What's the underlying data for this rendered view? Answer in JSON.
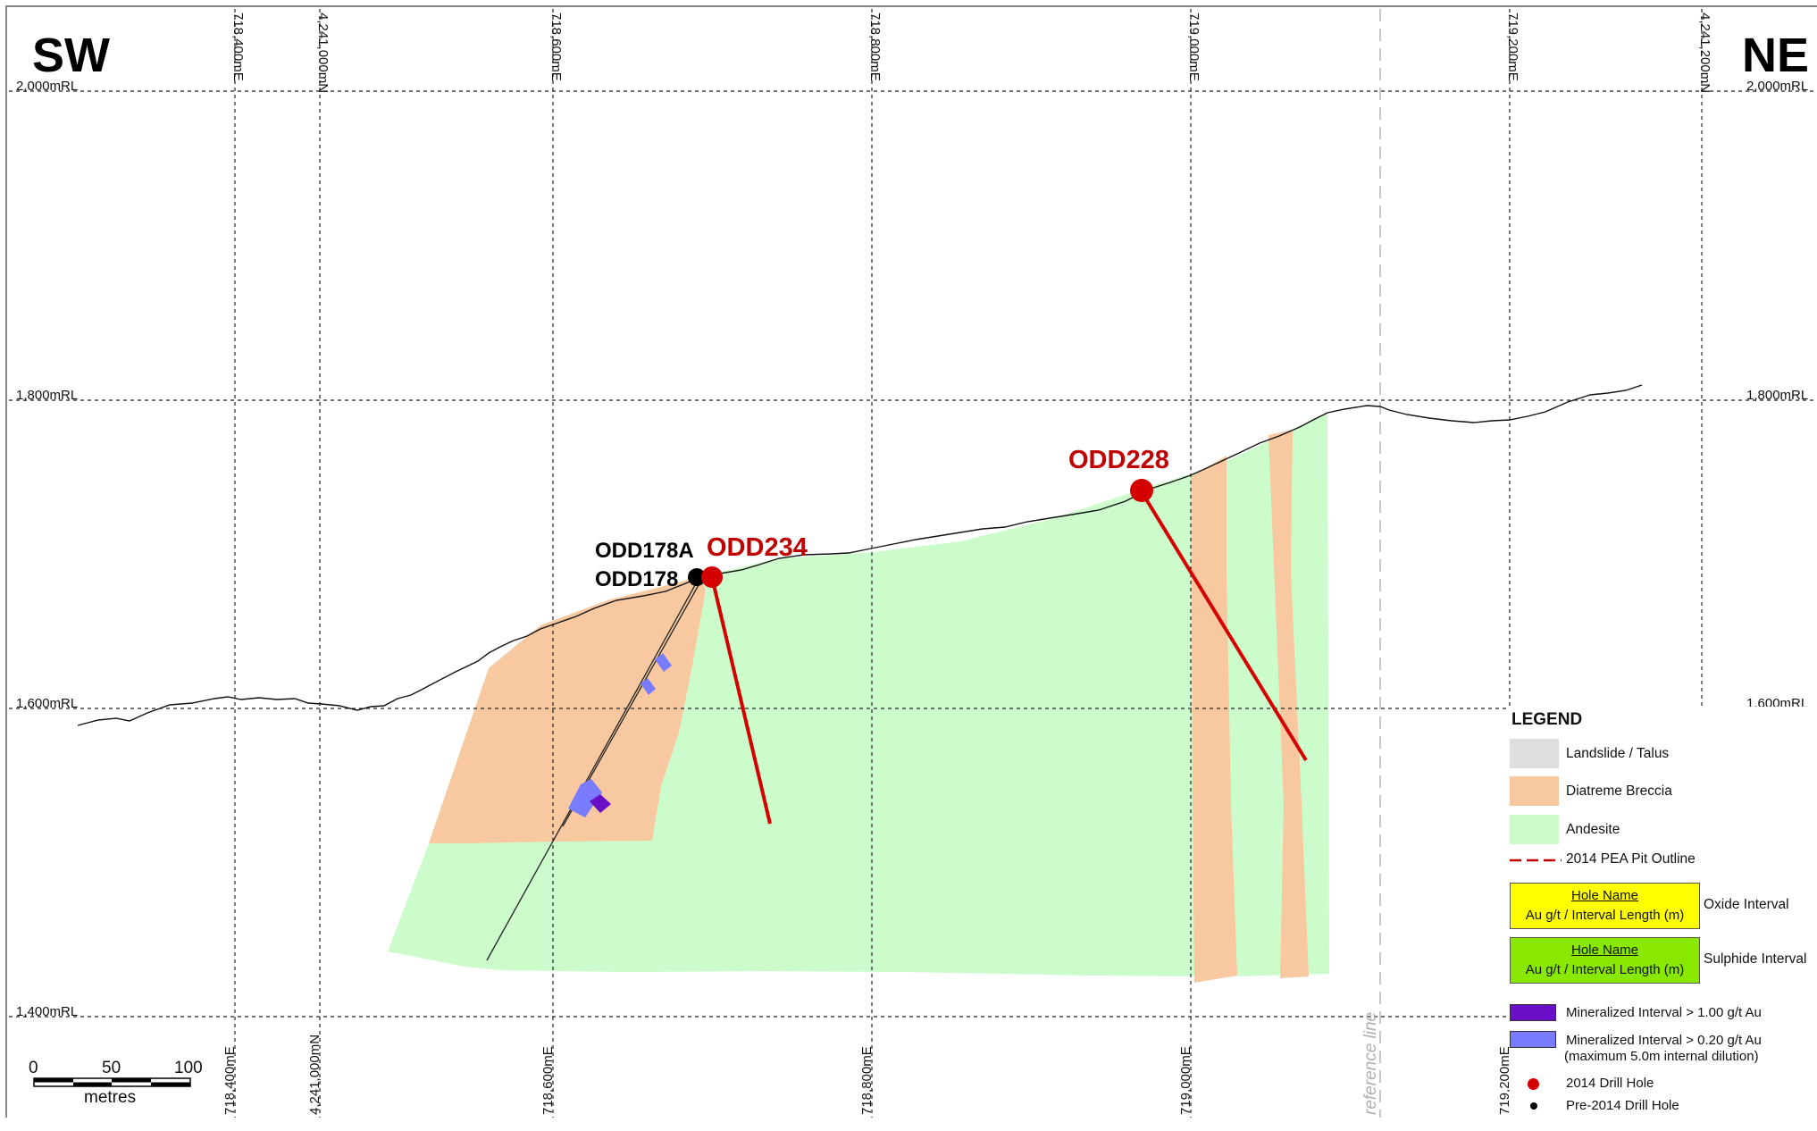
{
  "section": {
    "direction_left": "SW",
    "direction_right": "NE",
    "elevations": [
      "2,000mRL",
      "1,800mRL",
      "1,600mRL",
      "1,400mRL"
    ],
    "eastings": [
      "718,400mE",
      "718,600mE",
      "718,800mE",
      "719,000mE",
      "719,200mE"
    ],
    "northings": [
      "4,241,000mN",
      "4,241,200mN"
    ],
    "reference_line_label": "reference line",
    "scale_bar": {
      "ticks": [
        "0",
        "50",
        "100"
      ],
      "unit": "metres"
    },
    "drill_holes": {
      "odd178a": "ODD178A",
      "odd178": "ODD178",
      "odd234": "ODD234",
      "odd228": "ODD228"
    }
  },
  "legend": {
    "title": "LEGEND",
    "landslide": "Landslide / Talus",
    "breccia": "Diatreme Breccia",
    "andesite": "Andesite",
    "pit_outline": "2014 PEA Pit Outline",
    "hole_name": "Hole Name",
    "hole_values": "Au g/t / Interval Length (m)",
    "oxide": "Oxide Interval",
    "sulphide": "Sulphide Interval",
    "min_high": "Mineralized Interval > 1.00 g/t Au",
    "min_low": "Mineralized Interval > 0.20 g/t Au",
    "min_low_note": "(maximum 5.0m internal dilution)",
    "drill_2014": "2014 Drill Hole",
    "drill_pre2014": "Pre-2014 Drill Hole"
  },
  "colors": {
    "andesite": "#ccfccc",
    "breccia": "#f8c9a0",
    "landslide": "#dedede",
    "drill_2014": "#d40000",
    "pre2014": "#000000",
    "min_high": "#6a0fc8",
    "min_low": "#7a7cff",
    "oxide": "#ffff00",
    "sulphide": "#88e800"
  }
}
